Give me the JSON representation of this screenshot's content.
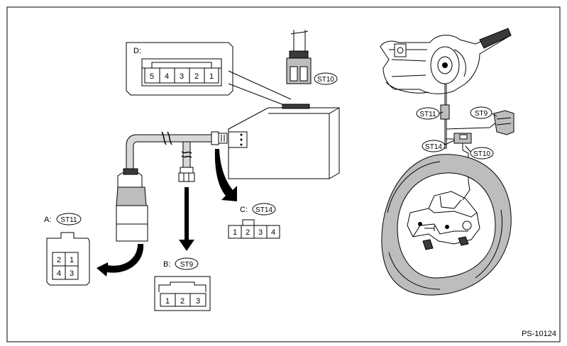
{
  "figure_id": "PS-10124",
  "connectors": {
    "A": {
      "label": "A:",
      "code": "ST11",
      "pins": [
        "2",
        "1",
        "4",
        "3"
      ]
    },
    "B": {
      "label": "B:",
      "code": "ST9",
      "pins": [
        "1",
        "2",
        "3"
      ]
    },
    "C": {
      "label": "C:",
      "code": "ST14",
      "pins": [
        "1",
        "2",
        "3",
        "4"
      ]
    },
    "D": {
      "label": "D:",
      "pins": [
        "5",
        "4",
        "3",
        "2",
        "1"
      ]
    }
  },
  "callouts": {
    "st10_top": "ST10",
    "st11_right": "ST11",
    "st9_right": "ST9",
    "st14_right": "ST14",
    "st10_right": "ST10"
  }
}
